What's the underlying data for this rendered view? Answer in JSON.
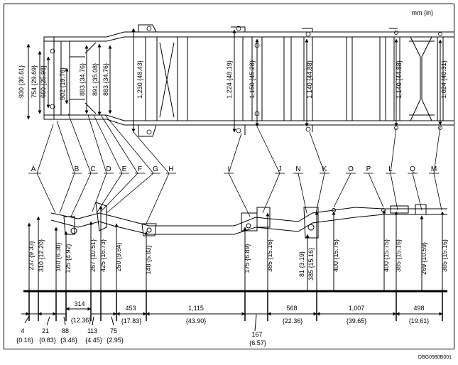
{
  "unit_label": "mm {in}",
  "figure_code": "DBG0980B001",
  "top_dims": [
    {
      "id": "a",
      "text": "930 {36.61}"
    },
    {
      "id": "b",
      "text": "754 {29.69}"
    },
    {
      "id": "c",
      "text": "660 {25.98}"
    },
    {
      "id": "d",
      "text": "502 {19.76}"
    },
    {
      "id": "e",
      "text": "883 {34.76}"
    },
    {
      "id": "f",
      "text": "891 {35.08}"
    },
    {
      "id": "g",
      "text": "883 {34.76}"
    },
    {
      "id": "h",
      "text": "1,230 {48.43}"
    },
    {
      "id": "i",
      "text": "1,224 {48.19}"
    },
    {
      "id": "j",
      "text": "1,150 {45.28}"
    },
    {
      "id": "k",
      "text": "1,140 {44.88}"
    },
    {
      "id": "l",
      "text": "1,140 {44.88}"
    },
    {
      "id": "m",
      "text": "1,024 {40.31}"
    }
  ],
  "letters": [
    "A",
    "B",
    "C",
    "D",
    "E",
    "F",
    "G",
    "H",
    "I",
    "J",
    "N",
    "K",
    "O",
    "P",
    "L",
    "Q",
    "M"
  ],
  "height_dims": [
    {
      "id": "h1",
      "text": "237 {9.33}"
    },
    {
      "id": "h2",
      "text": "310 {12.20}"
    },
    {
      "id": "h3",
      "text": "160 {6.30}"
    },
    {
      "id": "h4",
      "text": "125 {4.92}"
    },
    {
      "id": "h5",
      "text": "267 {10.51}"
    },
    {
      "id": "h6",
      "text": "425 {16.73}"
    },
    {
      "id": "h7",
      "text": "250 {9.84}"
    },
    {
      "id": "h8",
      "text": "148 {5.83}"
    },
    {
      "id": "h9",
      "text": "175 {6.89}"
    },
    {
      "id": "h10",
      "text": "385 {15.16}"
    },
    {
      "id": "h11",
      "text": "81 {3.19}"
    },
    {
      "id": "h12",
      "text": "385 {15.16}"
    },
    {
      "id": "h13",
      "text": "400 {15.75}"
    },
    {
      "id": "h14",
      "text": "400 {15.75}"
    },
    {
      "id": "h15",
      "text": "385 {15.16}"
    },
    {
      "id": "h16",
      "text": "269 {10.59}"
    },
    {
      "id": "h17",
      "text": "385 {15.16}"
    }
  ],
  "spacing_dims": [
    {
      "id": "s1",
      "value": "314",
      "inch": "{12.36}"
    },
    {
      "id": "s2",
      "value": "453",
      "inch": "{17.83}"
    },
    {
      "id": "s3",
      "value": "1,115",
      "inch": "{43.90}"
    },
    {
      "id": "s4",
      "value": "568",
      "inch": "{22.36}"
    },
    {
      "id": "s5",
      "value": "1,007",
      "inch": "{39.65}"
    },
    {
      "id": "s6",
      "value": "498",
      "inch": "{19.61}"
    }
  ],
  "bottom_dims": [
    {
      "id": "b1",
      "value": "4",
      "inch": "{0.16}"
    },
    {
      "id": "b2",
      "value": "21",
      "inch": "{0.83}"
    },
    {
      "id": "b3",
      "value": "88",
      "inch": "{3.46}"
    },
    {
      "id": "b4",
      "value": "113",
      "inch": "{4.45}"
    },
    {
      "id": "b5",
      "value": "75",
      "inch": "{2.95}"
    },
    {
      "id": "b6",
      "value": "167",
      "inch": "{6.57}"
    }
  ]
}
